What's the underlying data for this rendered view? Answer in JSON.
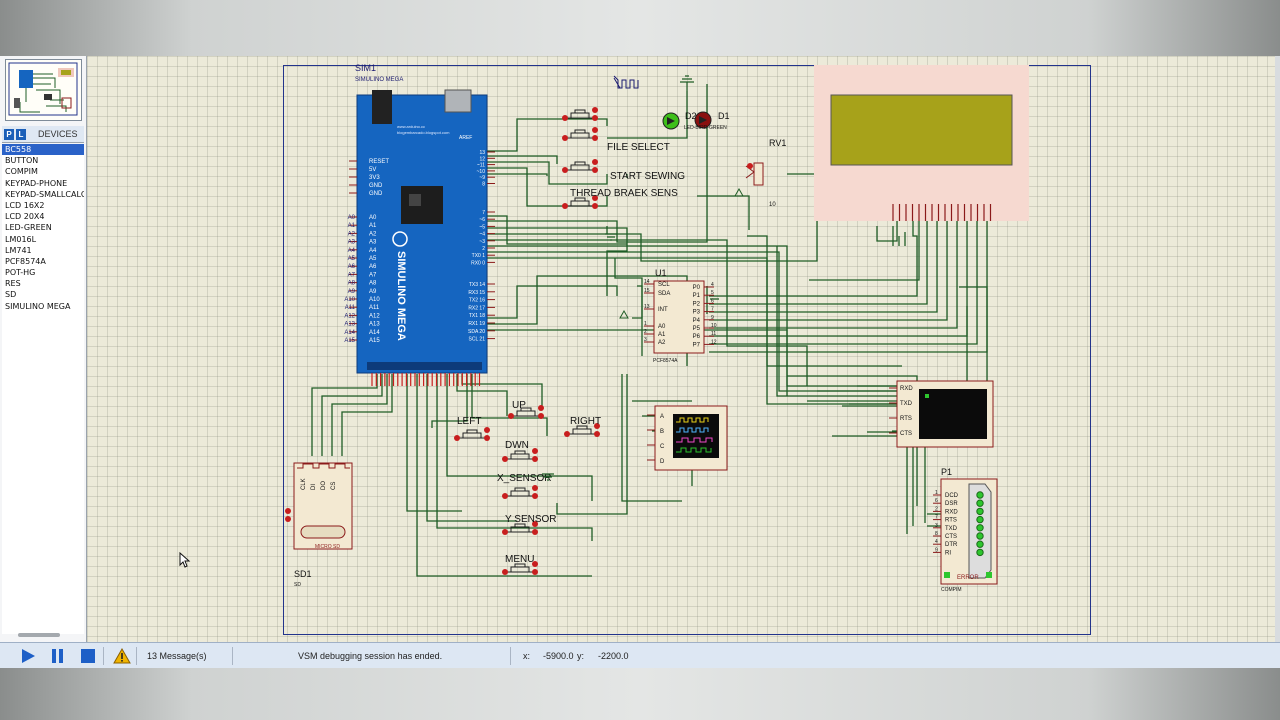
{
  "devices_panel": {
    "p_button": "P",
    "l_button": "L",
    "title": "DEVICES",
    "items": [
      "BC558",
      "BUTTON",
      "COMPIM",
      "KEYPAD-PHONE",
      "KEYPAD-SMALLCALC",
      "LCD 16X2",
      "LCD 20X4",
      "LED-GREEN",
      "LM016L",
      "LM741",
      "PCF8574A",
      "POT-HG",
      "RES",
      "SD",
      "SIMULINO MEGA"
    ],
    "selected_index": 0
  },
  "schematic": {
    "sim1_ref": "SIM1",
    "sim1_value": "SIMULINO MEGA",
    "board_label": "SIMULINO MEGA",
    "board_url_1": "www.arduino.cc",
    "board_url_2": "blogembarcado.blogspot.com",
    "aref": "AREF",
    "digital_pins_top": [
      "13",
      "12",
      "~11",
      "~10",
      "~9",
      "8"
    ],
    "digital_pins_mid": [
      "7",
      "~6",
      "~5",
      "~4",
      "~3",
      "2",
      "TX0 1",
      "RX0 0"
    ],
    "comm_pins": [
      "TX3 14",
      "RX3 15",
      "TX2 16",
      "RX2 17",
      "TX1 18",
      "RX1 19",
      "SDA 20",
      "SCL 21"
    ],
    "analog_pins": [
      "A0",
      "A1",
      "A2",
      "A3",
      "A4",
      "A5",
      "A6",
      "A7",
      "A8",
      "A9",
      "A10",
      "A11",
      "A12",
      "A13",
      "A14",
      "A15"
    ],
    "power_pins": [
      "RESET",
      "5V",
      "3V3",
      "GND",
      "GND"
    ],
    "button_labels": {
      "file_select": "FILE SELECT",
      "start_sewing": "START SEWING",
      "thread_break": "THREAD BRAEK SENS",
      "up": "UP",
      "left": "LEFT",
      "right": "RIGHT",
      "down": "DWN",
      "x_sensor": "X_SENSOR",
      "y_sensor": "Y SENSOR",
      "menu": "MENU"
    },
    "led_d2": "D2",
    "led_d1": "D1",
    "led_value": "LED-BIRD-GREEN",
    "rv1": "RV1",
    "rv_pin": "10",
    "u1_ref": "U1",
    "u1_value": "PCF8574A",
    "u1_left_pins": [
      [
        "14",
        "SCL"
      ],
      [
        "15",
        "SDA"
      ],
      [
        "13",
        "INT"
      ],
      [
        "1",
        "A0"
      ],
      [
        "2",
        "A1"
      ],
      [
        "3",
        "A2"
      ]
    ],
    "u1_right_pins": [
      [
        "4",
        "P0"
      ],
      [
        "5",
        "P1"
      ],
      [
        "6",
        "P2"
      ],
      [
        "7",
        "P3"
      ],
      [
        "9",
        "P4"
      ],
      [
        "10",
        "P5"
      ],
      [
        "11",
        "P6"
      ],
      [
        "12",
        "P7"
      ]
    ],
    "scope_channels": [
      "A",
      "B",
      "C",
      "D"
    ],
    "terminal_pins": [
      "RXD",
      "TXD",
      "RTS",
      "CTS"
    ],
    "p1_ref": "P1",
    "p1_value": "COMPIM",
    "p1_pins": [
      [
        "1",
        "DCD"
      ],
      [
        "6",
        "DSR"
      ],
      [
        "2",
        "RXD"
      ],
      [
        "7",
        "RTS"
      ],
      [
        "3",
        "TXD"
      ],
      [
        "8",
        "CTS"
      ],
      [
        "4",
        "DTR"
      ],
      [
        "9",
        "RI"
      ]
    ],
    "p1_error": "ERROR",
    "sd_ref": "SD1",
    "sd_value": "SD",
    "sd_pins": [
      "CLK",
      "DI",
      "DO",
      "CS"
    ],
    "sd_card_label": "MICRO SD"
  },
  "status_bar": {
    "messages": "13 Message(s)",
    "status_text": "VSM debugging session has ended.",
    "x_label": "x:",
    "x_value": "-5900.0",
    "y_label": "y:",
    "y_value": "-2200.0"
  },
  "colors": {
    "workspace_bg": "#ecead9",
    "wire": "#1f5d26",
    "component_outline": "#8b1a1a",
    "component_fill": "#f3e9d2",
    "arduino_blue": "#1565c0",
    "lcd_panel": "#f6d9d0",
    "lcd_screen": "#a7a21a",
    "selection": "#2a62c8"
  }
}
